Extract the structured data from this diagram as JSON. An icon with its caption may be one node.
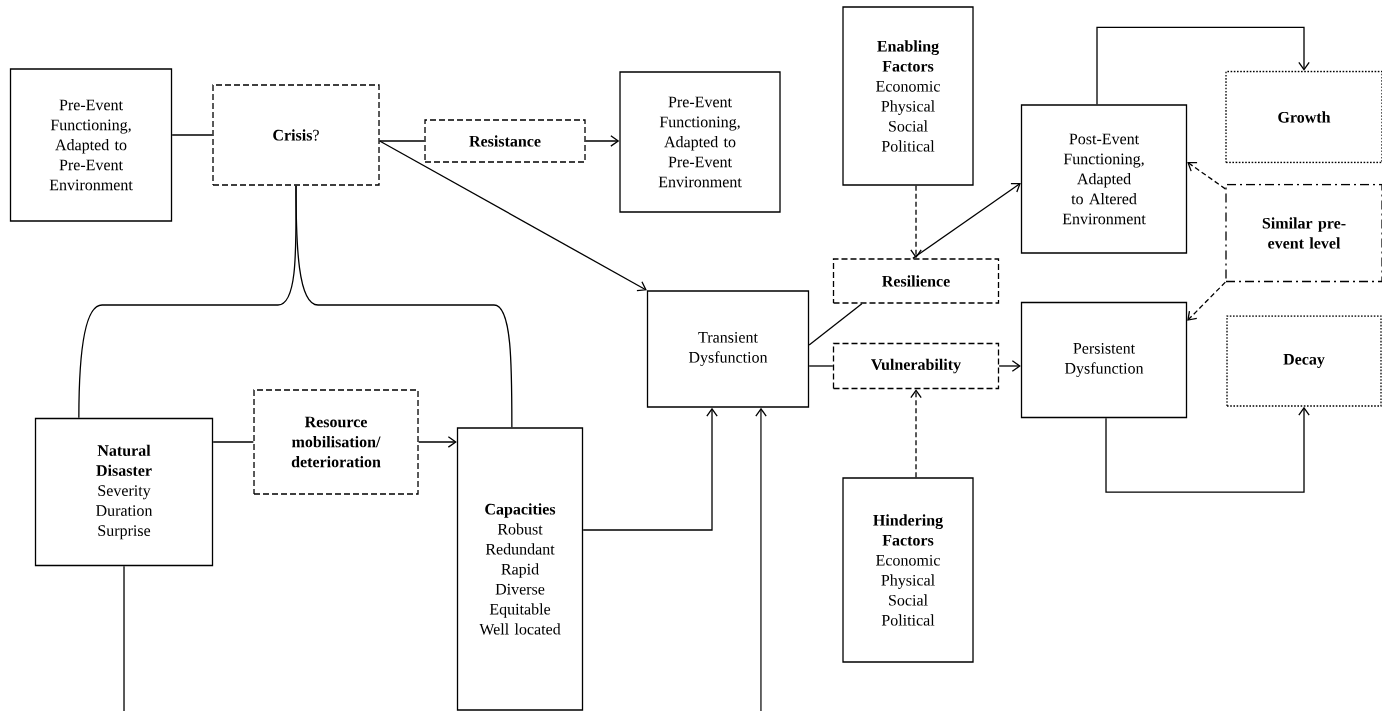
{
  "diagram": {
    "nodes": [
      {
        "text": [
          "Pre-Event Functioning, Adapted to Pre-Event Environment"
        ]
      },
      {
        "text": [
          "**Crisis**?"
        ]
      },
      {
        "text": [
          "Resistance"
        ]
      },
      {
        "text": [
          "Pre-Event Functioning, Adapted to Pre-Event Environment"
        ]
      },
      {
        "text": [
          "Enabling Factors",
          "Economic",
          "Physical",
          "Social",
          "Political"
        ]
      },
      {
        "text": [
          "Growth"
        ]
      },
      {
        "text": [
          "Post-Event Functioning, Adapted to Altered Environment"
        ]
      },
      {
        "text": [
          "Similar pre-event level"
        ]
      },
      {
        "text": [
          "Resilience"
        ]
      },
      {
        "text": [
          "Transient Dysfunction"
        ]
      },
      {
        "text": [
          "Vulnerability"
        ]
      },
      {
        "text": [
          "Persistent Dysfunction"
        ]
      },
      {
        "text": [
          "Decay"
        ]
      },
      {
        "text": [
          "Natural Disaster",
          "Severity",
          "Duration",
          "Surprise"
        ]
      },
      {
        "text": [
          "Resource mobilisation/ deterioration"
        ]
      },
      {
        "text": [
          "Capacities",
          "Robust",
          "Redundant",
          "Rapid",
          "Diverse",
          "Equitable",
          "Well located"
        ]
      },
      {
        "text": [
          "Hindering Factors",
          "Economic",
          "Physical",
          "Social",
          "Political"
        ]
      }
    ],
    "edges": [
      {
        "from": 0,
        "to": 1,
        "arrow": "none"
      },
      {
        "from": 1,
        "to": 2,
        "arrow": "none"
      },
      {
        "from": 2,
        "to": 3,
        "arrow": "to"
      },
      {
        "from": 1,
        "to": 9,
        "arrow": "to"
      },
      {
        "from": 13,
        "to": 1,
        "arrow": "none"
      },
      {
        "from": 15,
        "to": 1,
        "arrow": "none"
      },
      {
        "from": 13,
        "to": 14,
        "arrow": "none"
      },
      {
        "from": 14,
        "to": 15,
        "arrow": "to"
      },
      {
        "from": 15,
        "to": 9,
        "arrow": "to"
      },
      {
        "from": null,
        "to": 9,
        "arrow": "to"
      },
      {
        "from": 13,
        "to": null,
        "arrow": "none"
      },
      {
        "from": 9,
        "to": 8,
        "arrow": "none"
      },
      {
        "from": 8,
        "to": 6,
        "arrow": "to"
      },
      {
        "from": 4,
        "to": 8,
        "arrow": "to",
        "style": "dashed"
      },
      {
        "from": 9,
        "to": 10,
        "arrow": "none"
      },
      {
        "from": 10,
        "to": 11,
        "arrow": "to"
      },
      {
        "from": 16,
        "to": 10,
        "arrow": "to",
        "style": "dashed"
      },
      {
        "from": 6,
        "to": 5,
        "arrow": "to"
      },
      {
        "from": 11,
        "to": 12,
        "arrow": "to"
      },
      {
        "from": 7,
        "to": 6,
        "arrow": "to",
        "style": "dashed"
      },
      {
        "from": 7,
        "to": 11,
        "arrow": "to",
        "style": "dashed"
      }
    ]
  }
}
